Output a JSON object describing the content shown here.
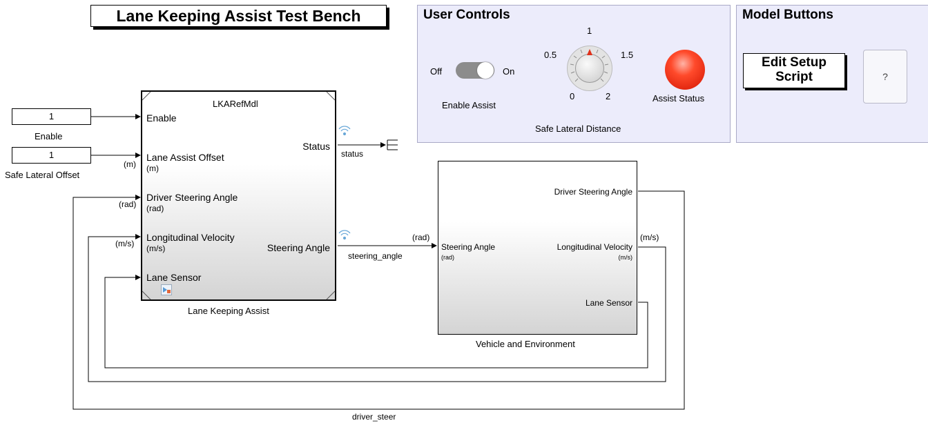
{
  "title": "Lane Keeping Assist Test Bench",
  "user_controls": {
    "title": "User Controls",
    "toggle": {
      "off_label": "Off",
      "on_label": "On",
      "caption": "Enable Assist"
    },
    "dial": {
      "ticks": [
        "0.5",
        "1",
        "1.5",
        "0",
        "2"
      ],
      "caption": "Safe Lateral Distance",
      "value": 1
    },
    "lamp": {
      "caption": "Assist Status",
      "color": "#ff3b1f"
    }
  },
  "model_buttons": {
    "title": "Model Buttons",
    "edit_line1": "Edit Setup",
    "edit_line2": "Script",
    "help": "?"
  },
  "constants": {
    "enable": {
      "value": "1",
      "label": "Enable"
    },
    "offset": {
      "value": "1",
      "label": "Safe Lateral Offset"
    }
  },
  "lka_block": {
    "ref_name": "LKARefMdl",
    "label": "Lane Keeping Assist",
    "inputs": [
      {
        "name": "Enable",
        "unit": ""
      },
      {
        "name": "Lane Assist Offset",
        "unit": "(m)"
      },
      {
        "name": "Driver Steering Angle",
        "unit": "(rad)"
      },
      {
        "name": "Longitudinal Velocity",
        "unit": "(m/s)"
      },
      {
        "name": "Lane Sensor",
        "unit": ""
      }
    ],
    "outputs": [
      "Status",
      "Steering Angle"
    ]
  },
  "veh_block": {
    "label": "Vehicle and Environment",
    "input": {
      "name": "Steering Angle",
      "unit": "(rad)"
    },
    "outputs": [
      {
        "name": "Driver Steering Angle",
        "unit": ""
      },
      {
        "name": "Longitudinal Velocity",
        "unit": "(m/s)"
      },
      {
        "name": "Lane Sensor",
        "unit": ""
      }
    ]
  },
  "line_labels": {
    "status": "status",
    "steering_angle": "steering_angle",
    "driver_steer": "driver_steer",
    "m": "(m)",
    "rad_in": "(rad)",
    "ms_in": "(m/s)",
    "rad_veh": "(rad)",
    "ms_out": "(m/s)"
  }
}
